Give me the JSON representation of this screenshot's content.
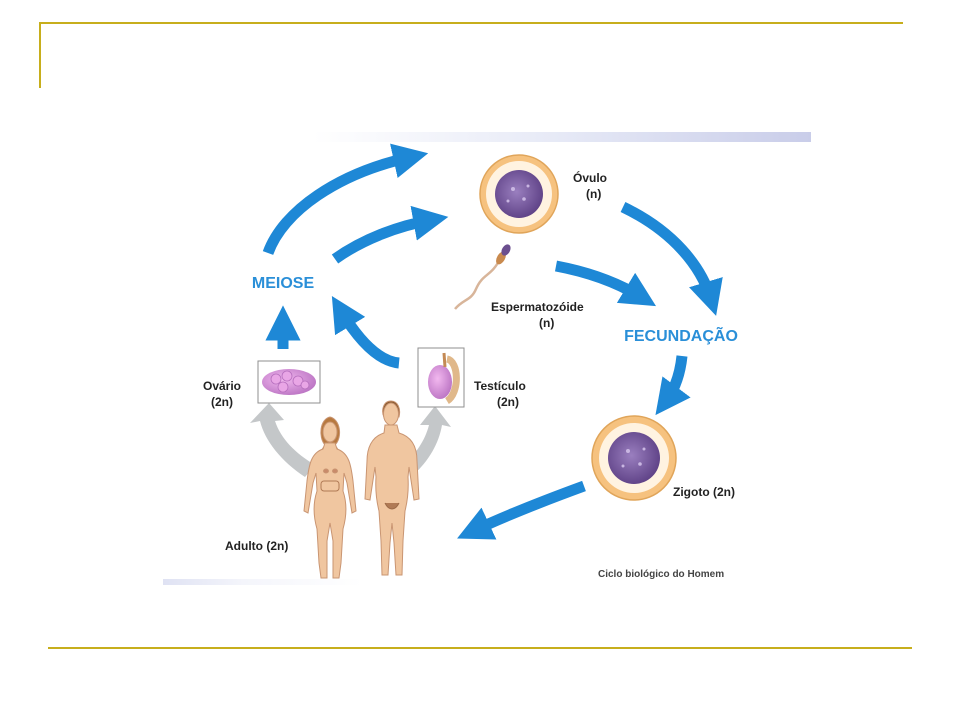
{
  "slide": {
    "frame_color": "#c7ae1c"
  },
  "diagram": {
    "colors": {
      "arrow_blue": "#1e88d6",
      "title_blue": "#2a8fd8",
      "grey_arrow": "#c4c7c9",
      "cell_ring": "#f6c27f",
      "cell_purple": "#7a5c9c",
      "skin": "#f0c6a0",
      "organ_pink": "#d88ad6"
    },
    "labels": {
      "meiose": "MEIOSE",
      "fecundacao": "FECUNDAÇÃO",
      "ovulo": "Óvulo",
      "ovulo_n": "(n)",
      "esperma": "Espermatozóide",
      "esperma_n": "(n)",
      "ovario": "Ovário",
      "ovario_n": "(2n)",
      "testiculo": "Testículo",
      "testiculo_n": "(2n)",
      "zigoto": "Zigoto (2n)",
      "adulto": "Adulto (2n)",
      "caption": "Ciclo biológico do Homem"
    }
  }
}
